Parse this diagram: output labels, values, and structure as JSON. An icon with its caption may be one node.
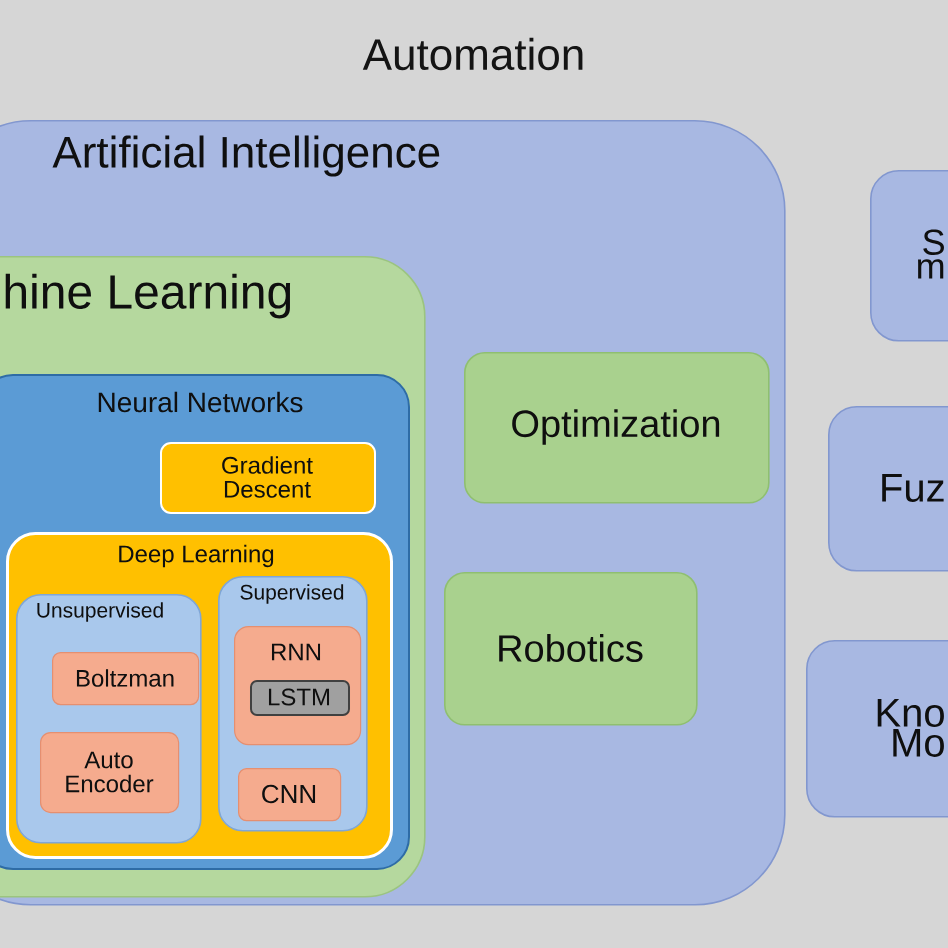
{
  "diagram": {
    "title": "Automation",
    "nodes": [
      {
        "text": [
          "Artificial Intelligence"
        ]
      },
      {
        "text": [
          "hine Learning"
        ],
        "in": 0
      },
      {
        "text": [
          "Neural Networks"
        ],
        "in": 1
      },
      {
        "text": [
          "Gradient Descent"
        ],
        "in": 2
      },
      {
        "text": [
          "Deep Learning"
        ],
        "in": 2
      },
      {
        "text": [
          "Unsupervised"
        ],
        "in": 4
      },
      {
        "text": [
          "Boltzman"
        ],
        "in": 5
      },
      {
        "text": [
          "Auto Encoder"
        ],
        "in": 5
      },
      {
        "text": [
          "Supervised"
        ],
        "in": 4
      },
      {
        "text": [
          "RNN"
        ],
        "in": 8
      },
      {
        "text": [
          "LSTM"
        ],
        "in": 9
      },
      {
        "text": [
          "CNN"
        ],
        "in": 8
      },
      {
        "text": [
          "Optimization"
        ],
        "in": 0
      },
      {
        "text": [
          "Robotics"
        ],
        "in": 0
      },
      {
        "text": [
          "S m"
        ]
      },
      {
        "text": [
          "Fuz"
        ]
      },
      {
        "text": [
          "Kno Mo"
        ]
      }
    ]
  }
}
